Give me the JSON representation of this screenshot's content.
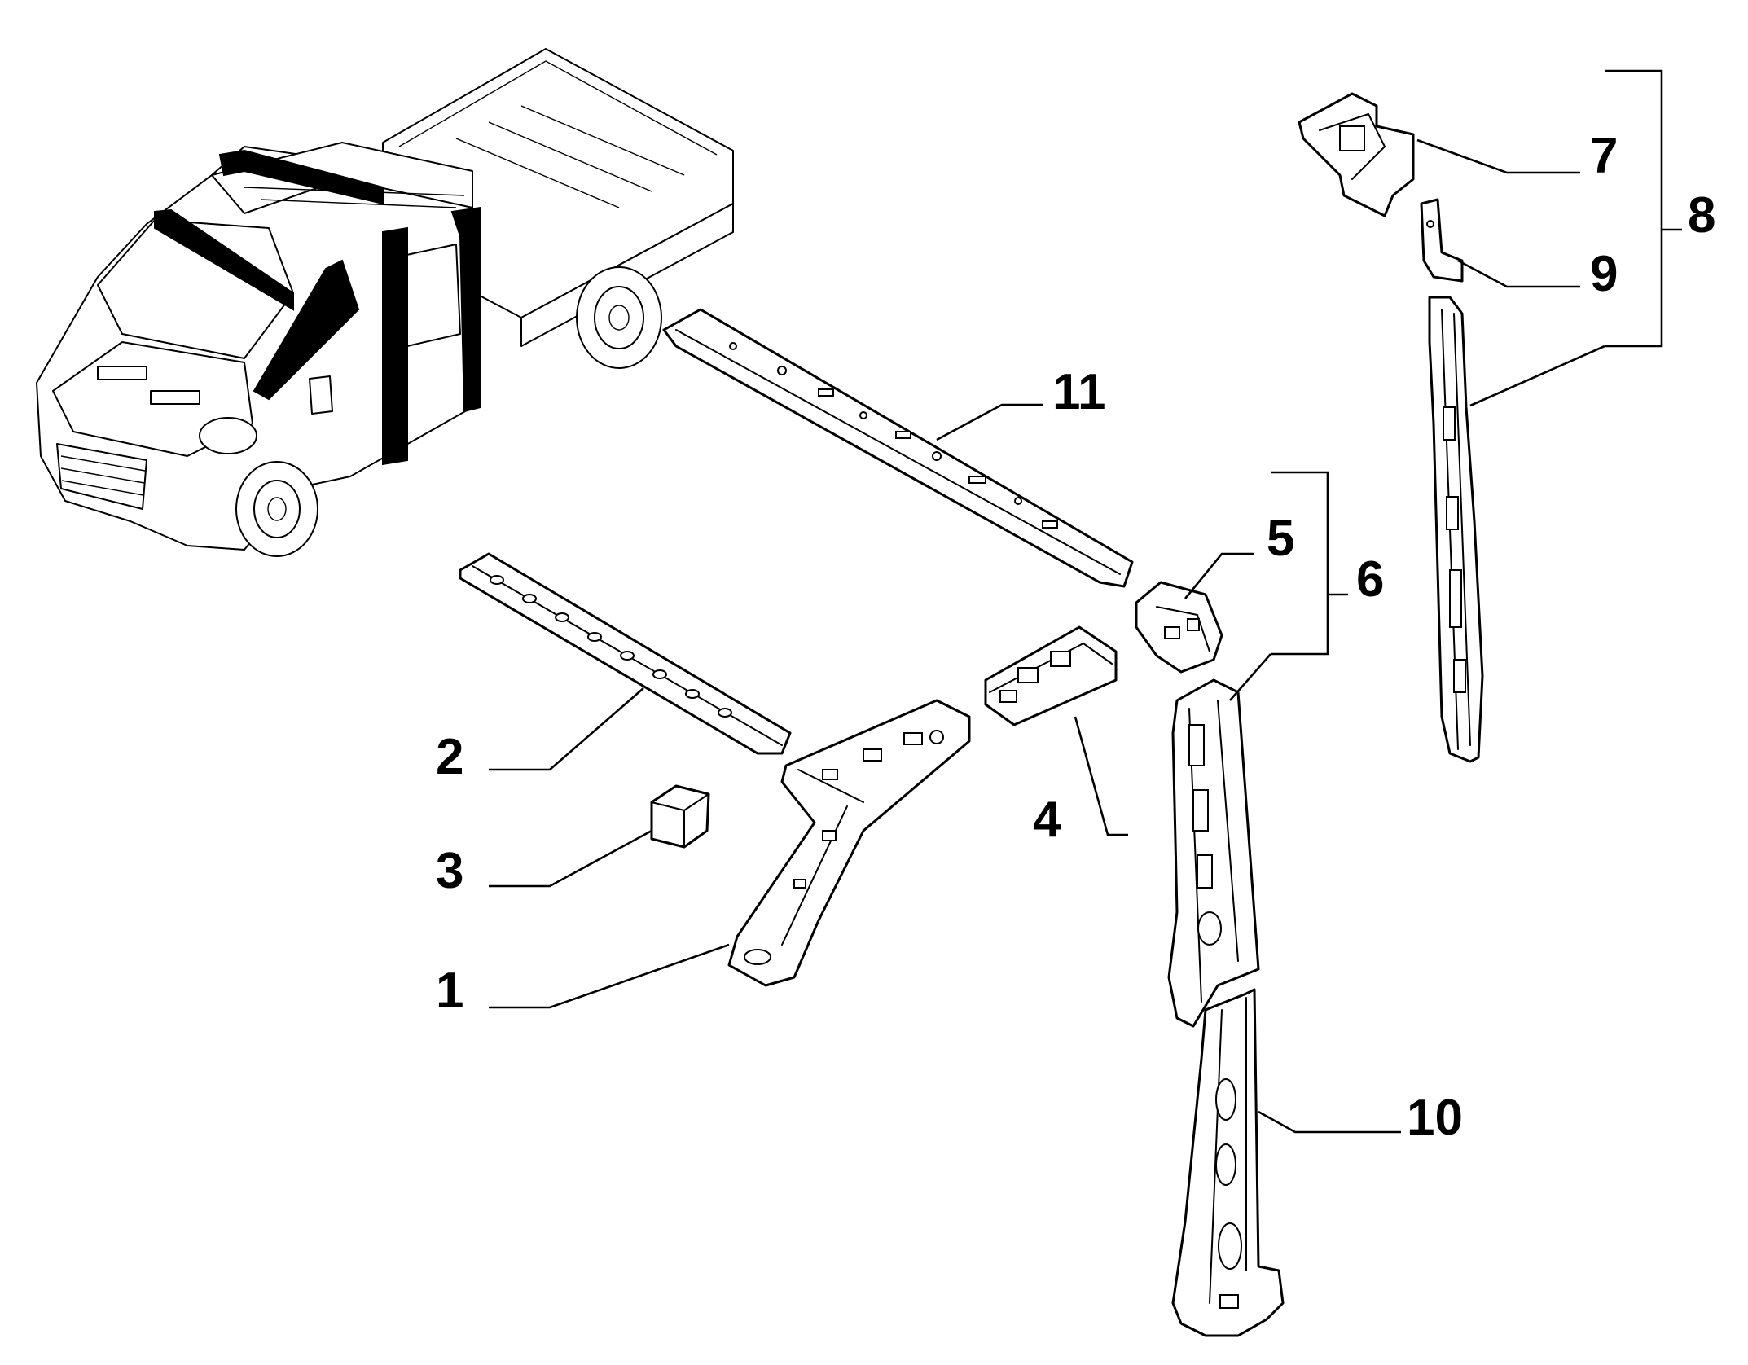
{
  "diagram": {
    "callouts": [
      {
        "id": "1",
        "label": "1"
      },
      {
        "id": "2",
        "label": "2"
      },
      {
        "id": "3",
        "label": "3"
      },
      {
        "id": "4",
        "label": "4"
      },
      {
        "id": "5",
        "label": "5"
      },
      {
        "id": "6",
        "label": "6"
      },
      {
        "id": "7",
        "label": "7"
      },
      {
        "id": "8",
        "label": "8"
      },
      {
        "id": "9",
        "label": "9"
      },
      {
        "id": "10",
        "label": "10"
      },
      {
        "id": "11",
        "label": "11"
      }
    ],
    "colors": {
      "line": "#000000",
      "background": "#ffffff",
      "highlight": "#000000"
    }
  }
}
